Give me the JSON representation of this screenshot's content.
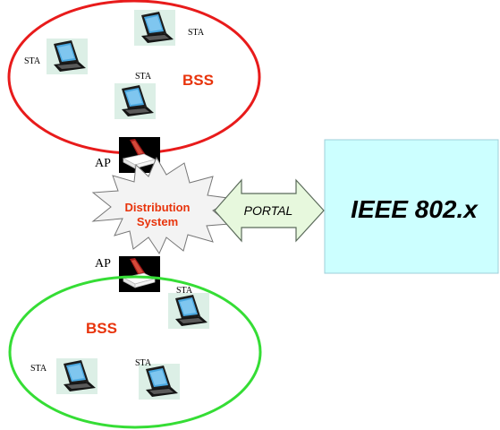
{
  "colors": {
    "bss_top_ring": "#e81b1b",
    "bss_bottom_ring": "#35dd35",
    "bss_top_label": "#e8340c",
    "bss_bottom_label": "#e8340c",
    "ds_label": "#e8340c",
    "ds_fill": "#f3f3f3",
    "portal_fill": "#e7f8dd",
    "portal_stroke": "#5a6a5a",
    "ieee_fill": "#ccffff",
    "ieee_stroke": "#9ecfd8"
  },
  "top_bss": {
    "label": "BSS",
    "stations": [
      {
        "label": "STA",
        "icon": "laptop-icon"
      },
      {
        "label": "STA",
        "icon": "laptop-icon"
      },
      {
        "label": "STA",
        "icon": "laptop-icon"
      }
    ]
  },
  "bottom_bss": {
    "label": "BSS",
    "stations": [
      {
        "label": "STA",
        "icon": "laptop-icon"
      },
      {
        "label": "STA",
        "icon": "laptop-icon"
      },
      {
        "label": "STA",
        "icon": "laptop-icon"
      }
    ]
  },
  "ap_top": {
    "label": "AP",
    "icon": "access-point-icon"
  },
  "ap_bottom": {
    "label": "AP",
    "icon": "access-point-icon"
  },
  "distribution_system": {
    "line1": "Distribution",
    "line2": "System"
  },
  "portal": {
    "label": "PORTAL"
  },
  "ieee": {
    "label": "IEEE 802.x"
  }
}
